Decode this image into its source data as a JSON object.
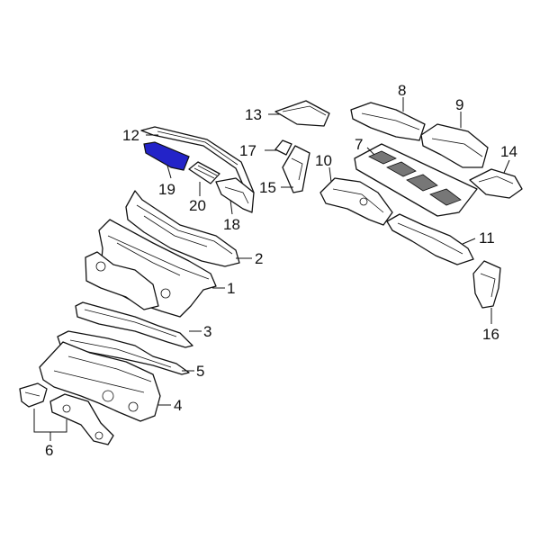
{
  "diagram": {
    "highlight_color": "#2323c8",
    "callouts": [
      {
        "id": "c1",
        "text": "1"
      },
      {
        "id": "c2",
        "text": "2"
      },
      {
        "id": "c3",
        "text": "3"
      },
      {
        "id": "c4",
        "text": "4"
      },
      {
        "id": "c5",
        "text": "5"
      },
      {
        "id": "c6",
        "text": "6"
      },
      {
        "id": "c7",
        "text": "7"
      },
      {
        "id": "c8",
        "text": "8"
      },
      {
        "id": "c9",
        "text": "9"
      },
      {
        "id": "c10",
        "text": "10"
      },
      {
        "id": "c11",
        "text": "11"
      },
      {
        "id": "c12",
        "text": "12"
      },
      {
        "id": "c13",
        "text": "13"
      },
      {
        "id": "c14",
        "text": "14"
      },
      {
        "id": "c15",
        "text": "15"
      },
      {
        "id": "c16",
        "text": "16"
      },
      {
        "id": "c17",
        "text": "17"
      },
      {
        "id": "c18",
        "text": "18"
      },
      {
        "id": "c19",
        "text": "19"
      },
      {
        "id": "c20",
        "text": "20"
      }
    ]
  }
}
